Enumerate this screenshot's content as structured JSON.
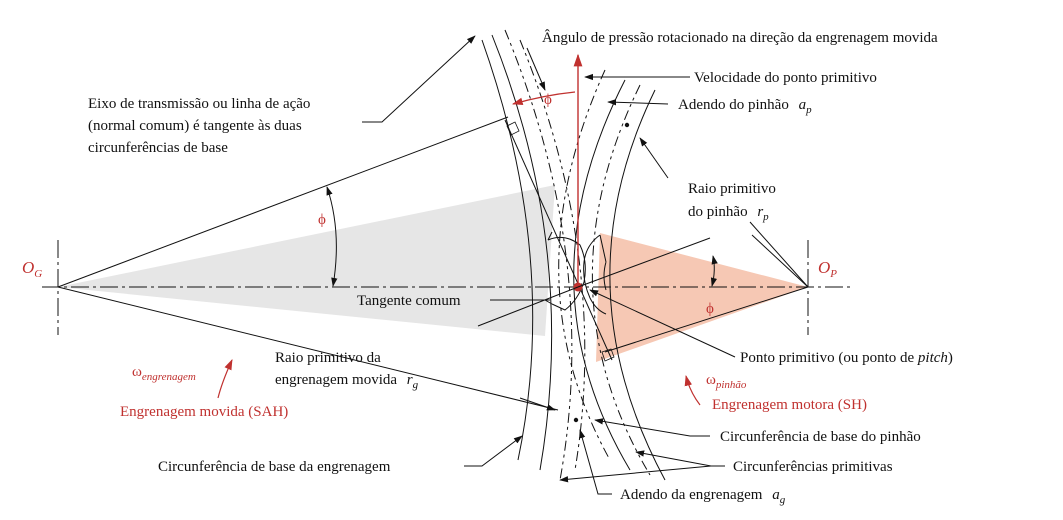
{
  "colors": {
    "accent_red": "#c0312f",
    "gear_shade": "#e6e6e6",
    "pinion_shade": "#f6c8b4",
    "line": "#111111"
  },
  "labels": {
    "pressure_angle_rotated": "Ângulo de pressão rotacionado na direção da engrenagem movida",
    "pitch_point_velocity": "Velocidade do ponto primitivo",
    "line_of_action": [
      "Eixo de transmissão ou linha de ação",
      "(normal comum) é tangente às duas",
      "circunferências de base"
    ],
    "pinion_addendum": "Adendo do pinhão",
    "pinion_addendum_sym": "a",
    "pinion_addendum_sub": "p",
    "pinion_pitch_radius": [
      "Raio primitivo",
      "do pinhão"
    ],
    "pinion_pitch_radius_sym": "r",
    "pinion_pitch_radius_sub": "p",
    "gear_center": "O",
    "gear_center_sub": "G",
    "pinion_center": "O",
    "pinion_center_sub": "P",
    "phi": "ϕ",
    "common_tangent": "Tangente comum",
    "pitch_point_prefix": "Ponto primitivo (ou ponto de ",
    "pitch_point_italic": "pitch",
    "pitch_point_suffix": ")",
    "gear_pitch_radius": [
      "Raio primitivo da",
      "engrenagem movida"
    ],
    "gear_pitch_radius_sym": "r",
    "gear_pitch_radius_sub": "g",
    "omega": "ω",
    "omega_gear_sub": "engrenagem",
    "omega_pinion_sub": "pinhão",
    "driven_gear": "Engrenagem movida (SAH)",
    "driving_gear": "Engrenagem motora (SH)",
    "pinion_base_circle": "Circunferência de base do pinhão",
    "gear_base_circle": "Circunferência de base da engrenagem",
    "pitch_circles": "Circunferências primitivas",
    "gear_addendum": "Adendo da engrenagem",
    "gear_addendum_sym": "a",
    "gear_addendum_sub": "g"
  }
}
